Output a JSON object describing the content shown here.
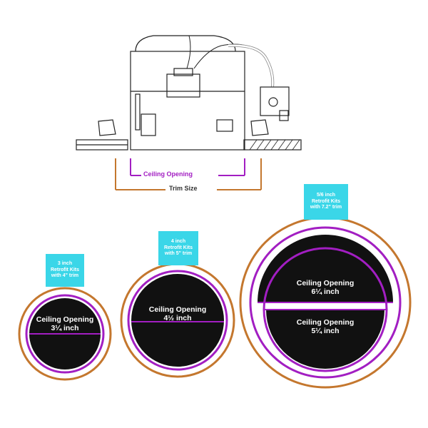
{
  "colors": {
    "trim": "#c4772e",
    "opening": "#a21ec2",
    "fill": "#111111",
    "tag": "#3ad6e8",
    "line": "#222222"
  },
  "housing": {
    "ceiling_opening_label": "Ceiling Opening",
    "trim_size_label": "Trim Size"
  },
  "kits": [
    {
      "tag_line1": "3 inch",
      "tag_line2": "Retrofit Kits",
      "tag_line3": "with 4\" trim",
      "opening_label": "Ceiling Opening",
      "opening_size": "3¼ inch"
    },
    {
      "tag_line1": "4 inch",
      "tag_line2": "Retrofit Kits",
      "tag_line3": "with 5\" trim",
      "opening_label": "Ceiling Opening",
      "opening_size": "4½ inch"
    },
    {
      "tag_line1": "5/6 inch",
      "tag_line2": "Retrofit Kits",
      "tag_line3": "with 7.2\" trim",
      "opening_label": "Ceiling Opening",
      "opening_size": "6¼ inch",
      "opening2_label": "Ceiling Opening",
      "opening2_size": "5¼ inch"
    }
  ]
}
